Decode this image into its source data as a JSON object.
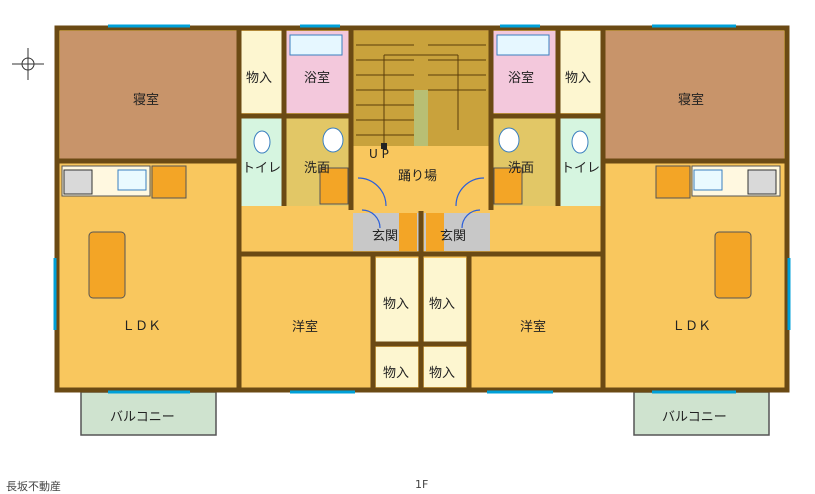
{
  "rooms": {
    "bedroom_left": "寝室",
    "bedroom_right": "寝室",
    "storage_top_left": "物入",
    "storage_top_right": "物入",
    "bath_left": "浴室",
    "bath_right": "浴室",
    "toilet_left": "トイレ",
    "toilet_right": "トイレ",
    "washroom_left": "洗面",
    "washroom_right": "洗面",
    "landing": "踊り場",
    "up_marker": "U P",
    "entrance_left": "玄関",
    "entrance_right": "玄関",
    "ldk_left": "ＬＤＫ",
    "ldk_right": "ＬＤＫ",
    "western_left": "洋室",
    "western_right": "洋室",
    "storage_mid_1": "物入",
    "storage_mid_2": "物入",
    "storage_low_1": "物入",
    "storage_low_2": "物入",
    "balcony_left": "バルコニー",
    "balcony_right": "バルコニー"
  },
  "footer": {
    "company": "長坂不動産",
    "floor": "1F"
  },
  "colors": {
    "wall": "#6b4a14",
    "ldk": "#f9c75e",
    "bedroom": "#c8946a",
    "wet": "#f3c8dc",
    "toilet": "#d6f5e0",
    "wash": "#e2c766",
    "stair": "#c9a23c",
    "entrance": "#c8c8c8",
    "storage": "#fdf6d0",
    "balcony": "#cfe3cf",
    "window": "#00a0d8"
  }
}
